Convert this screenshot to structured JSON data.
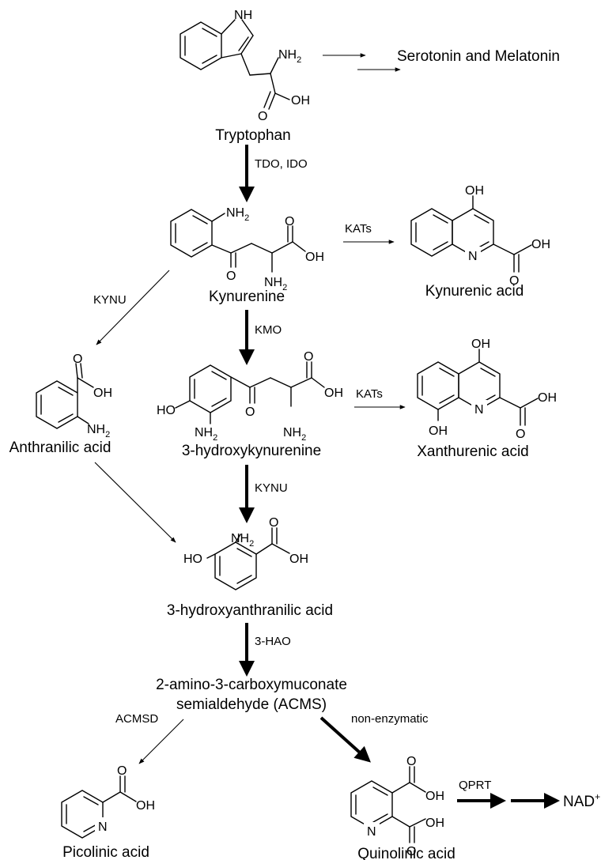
{
  "compounds": {
    "tryptophan": "Tryptophan",
    "serotonin": "Serotonin and Melatonin",
    "kynurenine": "Kynurenine",
    "kynurenic_acid": "Kynurenic acid",
    "anthranilic_acid": "Anthranilic acid",
    "hydroxykynurenine": "3-hydroxykynurenine",
    "xanthurenic_acid": "Xanthurenic acid",
    "hydroxyanthranilic_acid": "3-hydroxyanthranilic acid",
    "acms_line1": "2-amino-3-carboxymuconate",
    "acms_line2": "semialdehyde (ACMS)",
    "picolinic_acid": "Picolinic acid",
    "quinolinic_acid": "Quinolinic acid",
    "nad": "NAD",
    "nad_sup": "+"
  },
  "enzymes": {
    "tdo_ido": "TDO, IDO",
    "kats_1": "KATs",
    "kynu_1": "KYNU",
    "kmo": "KMO",
    "kats_2": "KATs",
    "kynu_2": "KYNU",
    "hao": "3-HAO",
    "acmsd": "ACMSD",
    "non_enzymatic": "non-enzymatic",
    "qprt": "QPRT"
  },
  "atoms": {
    "H": "H",
    "N": "N",
    "NH2": "NH",
    "sub2": "2",
    "O": "O",
    "OH": "OH",
    "HO": "HO"
  }
}
